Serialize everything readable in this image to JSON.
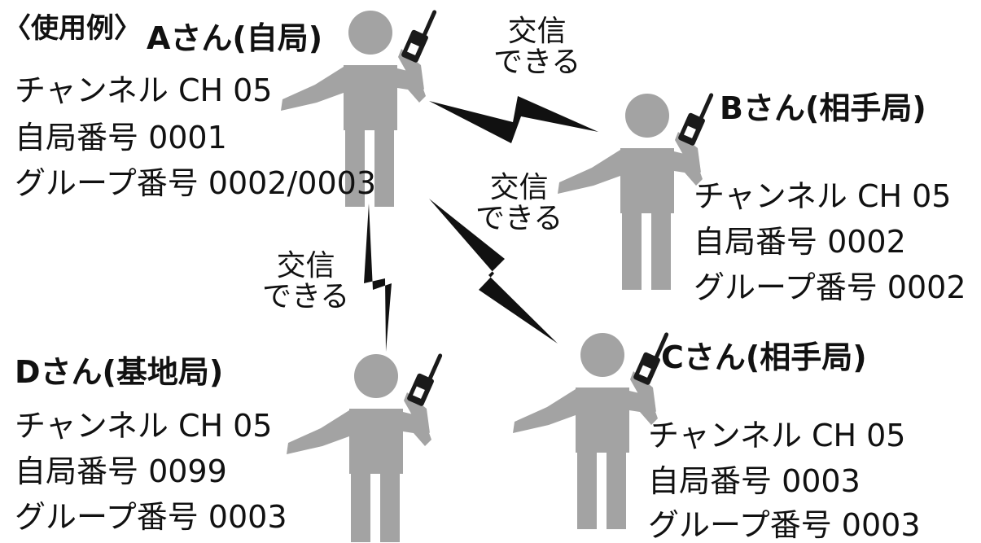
{
  "section_label": "〈使用例〉",
  "stations": {
    "a": {
      "name": "Aさん(自局)",
      "channel": "チャンネル  CH 05",
      "own_number": "自局番号 0001",
      "group_number": "グループ番号 0002/0003"
    },
    "b": {
      "name": "Bさん(相手局)",
      "channel": "チャンネル  CH 05",
      "own_number": "自局番号 0002",
      "group_number": "グループ番号 0002"
    },
    "c": {
      "name": "Cさん(相手局)",
      "channel": "チャンネル  CH 05",
      "own_number": "自局番号 0003",
      "group_number": "グループ番号 0003"
    },
    "d": {
      "name": "Dさん(基地局)",
      "channel": "チャンネル  CH 05",
      "own_number": "自局番号 0099",
      "group_number": "グループ番号 0003"
    }
  },
  "links": {
    "ab": {
      "line1": "交信",
      "line2": "できる"
    },
    "ac": {
      "line1": "交信",
      "line2": "できる"
    },
    "ad": {
      "line1": "交信",
      "line2": "できる"
    }
  },
  "colors": {
    "figure": "#a3a3a3",
    "radio": "#1a1a1a",
    "bolt": "#111111",
    "text": "#111111"
  },
  "icons": {
    "person": "person-with-handheld-radio-icon",
    "signal": "lightning-bolt-icon"
  }
}
